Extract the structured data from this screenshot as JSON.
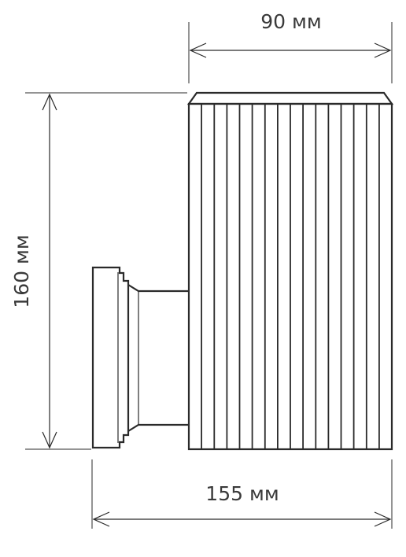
{
  "dimensions": {
    "width_top": "90 мм",
    "height": "160 мм",
    "width_total": "155 мм"
  },
  "lamp": {
    "rib_count": 15
  }
}
